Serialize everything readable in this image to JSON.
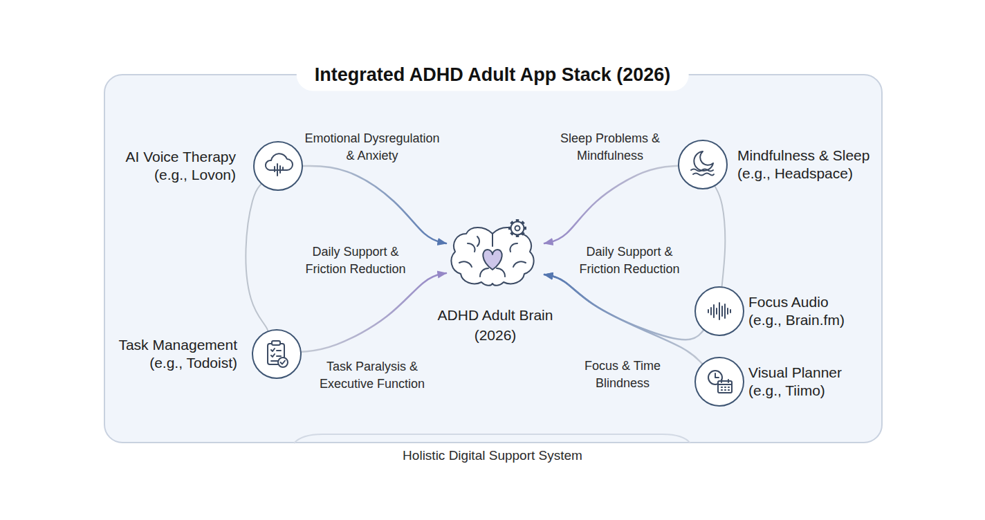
{
  "diagram": {
    "title": "Integrated ADHD Adult App Stack (2026)",
    "caption": "Holistic Digital Support System",
    "nodes": [
      {
        "text": [
          "AI Voice Therapy",
          "(e.g., Lovon)"
        ]
      },
      {
        "text": [
          "Task Management",
          "(e.g., Todoist)"
        ]
      },
      {
        "text": [
          "ADHD Adult Brain (2026)"
        ]
      },
      {
        "text": [
          "Mindfulness & Sleep",
          "(e.g., Headspace)"
        ]
      },
      {
        "text": [
          "Focus Audio",
          "(e.g., Brain.fm)"
        ]
      },
      {
        "text": [
          "Visual Planner",
          "(e.g., Tiimo)"
        ]
      }
    ],
    "edges": [
      {
        "from": 0,
        "to": 2,
        "arrow": "to",
        "label": "Emotional Dysregulation & Anxiety"
      },
      {
        "from": 1,
        "to": 2,
        "arrow": "to",
        "label": "Task Paralysis & Executive Function"
      },
      {
        "from": 3,
        "to": 2,
        "arrow": "to",
        "label": "Sleep Problems & Mindfulness"
      },
      {
        "from": 4,
        "to": 2,
        "arrow": "to"
      },
      {
        "from": 5,
        "to": 2,
        "arrow": "to",
        "label": "Focus & Time Blindness"
      },
      {
        "from": 0,
        "to": 1,
        "arrow": "none"
      },
      {
        "from": 3,
        "to": 4,
        "arrow": "none"
      }
    ],
    "labels": [
      "Daily Support & Friction Reduction",
      "Daily Support & Friction Reduction"
    ]
  }
}
